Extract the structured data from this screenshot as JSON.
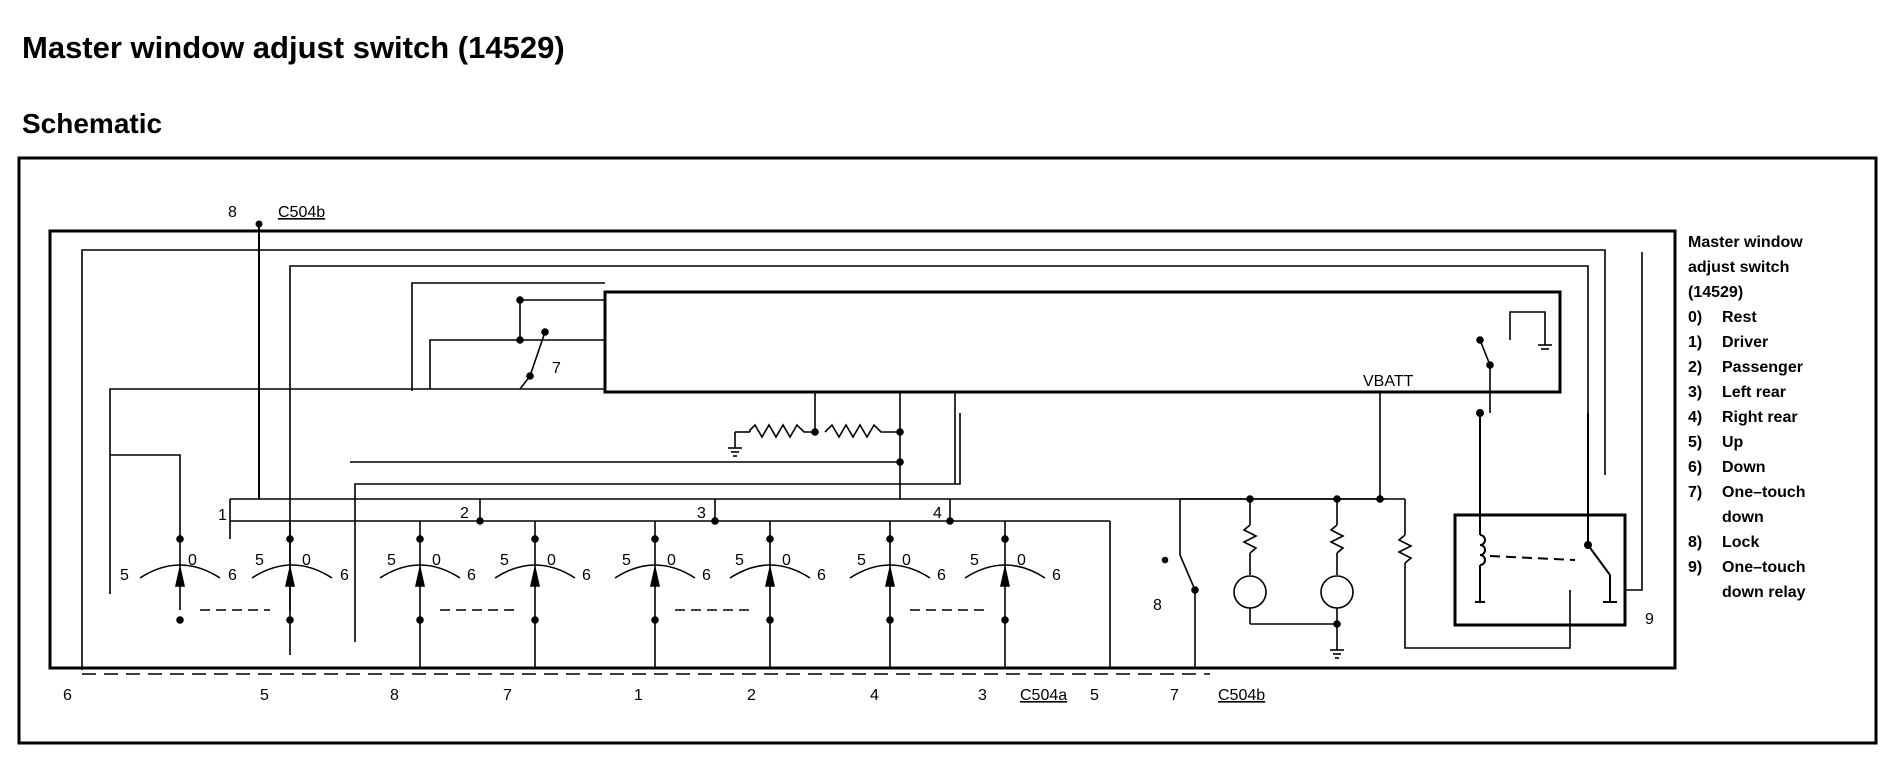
{
  "page": {
    "title": "Master window adjust switch (14529)",
    "subtitle": "Schematic"
  },
  "diagram": {
    "connector_top": {
      "pin": "8",
      "name": "C504b"
    },
    "vbatt": "VBATT",
    "switch_labels": {
      "positions": [
        "5",
        "0",
        "6"
      ],
      "group_numbers": [
        "1",
        "2",
        "3",
        "4"
      ],
      "one_touch": "7",
      "lock": "8",
      "relay_pin": "9"
    },
    "bottom_pins": [
      "6",
      "5",
      "8",
      "7",
      "1",
      "2",
      "4",
      "3"
    ],
    "c504a": {
      "name": "C504a",
      "pin": "5"
    },
    "c504b_bottom": {
      "pin": "7",
      "name": "C504b"
    },
    "legend": {
      "heading": [
        "Master window",
        "adjust switch",
        "(14529)"
      ],
      "items": [
        {
          "key": "0)",
          "text": [
            "Rest"
          ]
        },
        {
          "key": "1)",
          "text": [
            "Driver"
          ]
        },
        {
          "key": "2)",
          "text": [
            "Passenger"
          ]
        },
        {
          "key": "3)",
          "text": [
            "Left rear"
          ]
        },
        {
          "key": "4)",
          "text": [
            "Right rear"
          ]
        },
        {
          "key": "5)",
          "text": [
            "Up"
          ]
        },
        {
          "key": "6)",
          "text": [
            "Down"
          ]
        },
        {
          "key": "7)",
          "text": [
            "One–touch",
            "down"
          ]
        },
        {
          "key": "8)",
          "text": [
            "Lock"
          ]
        },
        {
          "key": "9)",
          "text": [
            "One–touch",
            "down relay"
          ]
        }
      ]
    }
  }
}
